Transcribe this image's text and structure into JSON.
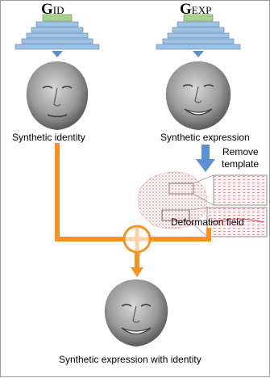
{
  "generators": {
    "id": {
      "letter": "G",
      "subscript": "ID"
    },
    "exp": {
      "letter": "G",
      "subscript": "EXP"
    }
  },
  "labels": {
    "synthetic_identity": "Synthetic identity",
    "synthetic_expression": "Synthetic expression",
    "remove_template_line1": "Remove",
    "remove_template_line2": "template",
    "deformation_field": "Deformation field",
    "output": "Synthetic expression with identity"
  },
  "colors": {
    "generator_top": "#a9d18e",
    "generator_layers": "#9dc3e6",
    "arrow_blue": "#5b8fd6",
    "arrow_orange": "#f7921e",
    "deformation_red": "#e04040"
  }
}
